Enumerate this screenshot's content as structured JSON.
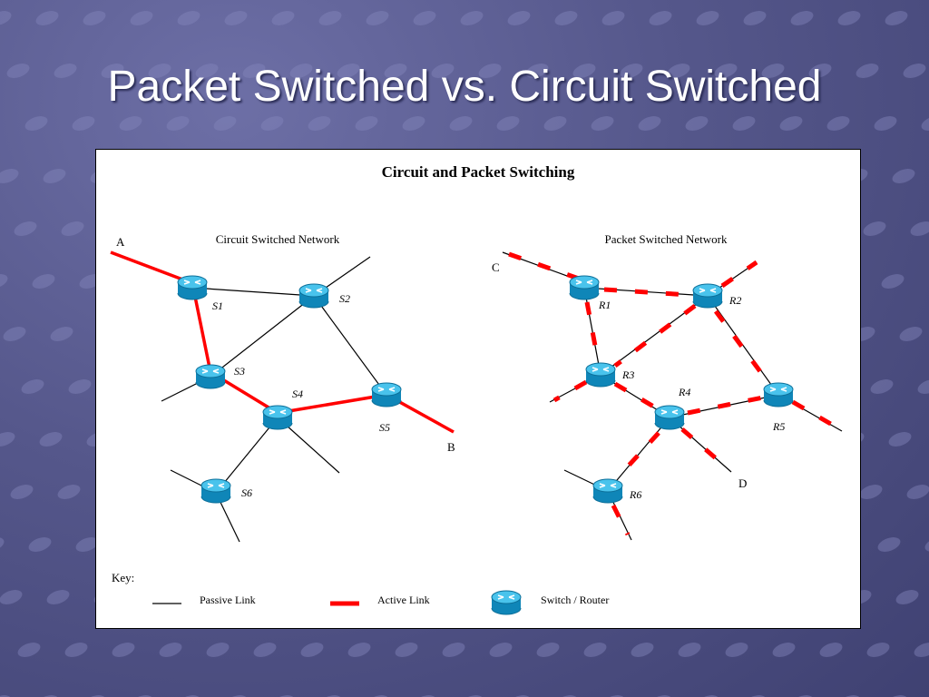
{
  "slide": {
    "title": "Packet Switched vs. Circuit Switched"
  },
  "figure": {
    "title": "Circuit and Packet Switching",
    "circuit_network_label": "Circuit Switched Network",
    "packet_network_label": "Packet Switched Network",
    "circuit_nodes": [
      "S1",
      "S2",
      "S3",
      "S4",
      "S5",
      "S6"
    ],
    "packet_nodes": [
      "R1",
      "R2",
      "R3",
      "R4",
      "R5",
      "R6"
    ],
    "endpoints": {
      "a": "A",
      "b": "B",
      "c": "C",
      "d": "D"
    },
    "key": {
      "label": "Key:",
      "passive_link": "Passive Link",
      "active_link": "Active Link",
      "switch_router": "Switch / Router"
    },
    "colors": {
      "active_link": "#ff0000",
      "passive_link": "#000000",
      "router": "#1aa3d4"
    }
  }
}
